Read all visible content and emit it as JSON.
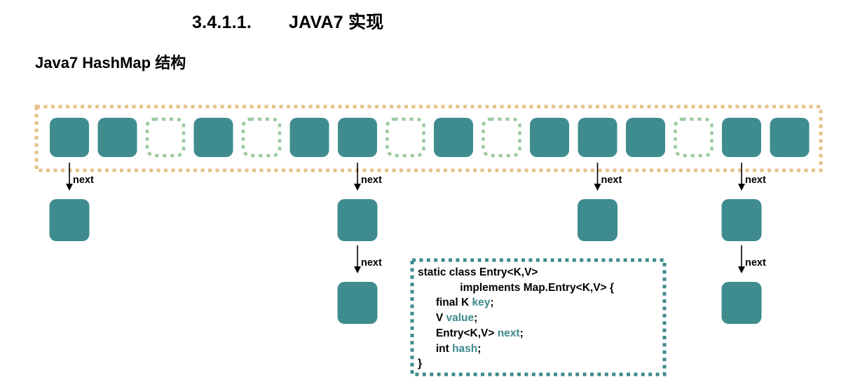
{
  "section": {
    "number": "3.4.1.1.",
    "title": "JAVA7 实现"
  },
  "subtitle": "Java7 HashMap 结构",
  "colors": {
    "node_fill": "#3f8c8f",
    "empty_slot_border": "#9acba0",
    "array_border": "#e8c08a",
    "code_box_border": "#3e8b8e",
    "code_highlight": "#3e8b8e",
    "arrow": "#000000"
  },
  "array": {
    "slots": [
      {
        "index": 0,
        "filled": true,
        "chain_length": 1
      },
      {
        "index": 1,
        "filled": true,
        "chain_length": 0
      },
      {
        "index": 2,
        "filled": false,
        "chain_length": 0
      },
      {
        "index": 3,
        "filled": true,
        "chain_length": 0
      },
      {
        "index": 4,
        "filled": false,
        "chain_length": 0
      },
      {
        "index": 5,
        "filled": true,
        "chain_length": 0
      },
      {
        "index": 6,
        "filled": true,
        "chain_length": 2
      },
      {
        "index": 7,
        "filled": false,
        "chain_length": 0
      },
      {
        "index": 8,
        "filled": true,
        "chain_length": 0
      },
      {
        "index": 9,
        "filled": false,
        "chain_length": 0
      },
      {
        "index": 10,
        "filled": true,
        "chain_length": 0
      },
      {
        "index": 11,
        "filled": true,
        "chain_length": 1
      },
      {
        "index": 12,
        "filled": true,
        "chain_length": 0
      },
      {
        "index": 13,
        "filled": false,
        "chain_length": 0
      },
      {
        "index": 14,
        "filled": true,
        "chain_length": 2
      },
      {
        "index": 15,
        "filled": true,
        "chain_length": 0
      }
    ]
  },
  "link_label": "next",
  "code": {
    "lines": [
      [
        {
          "t": "static class Entry<K,V>",
          "hl": false
        }
      ],
      [
        {
          "t": "              implements Map.Entry<K,V> {",
          "hl": false
        }
      ],
      [
        {
          "t": "      final K ",
          "hl": false
        },
        {
          "t": "key",
          "hl": true
        },
        {
          "t": ";",
          "hl": false
        }
      ],
      [
        {
          "t": "      V ",
          "hl": false
        },
        {
          "t": "value",
          "hl": true
        },
        {
          "t": ";",
          "hl": false
        }
      ],
      [
        {
          "t": "      Entry<K,V> ",
          "hl": false
        },
        {
          "t": "next",
          "hl": true
        },
        {
          "t": ";",
          "hl": false
        }
      ],
      [
        {
          "t": "      int ",
          "hl": false
        },
        {
          "t": "hash",
          "hl": true
        },
        {
          "t": ";",
          "hl": false
        }
      ],
      [
        {
          "t": "}",
          "hl": false
        }
      ]
    ]
  }
}
